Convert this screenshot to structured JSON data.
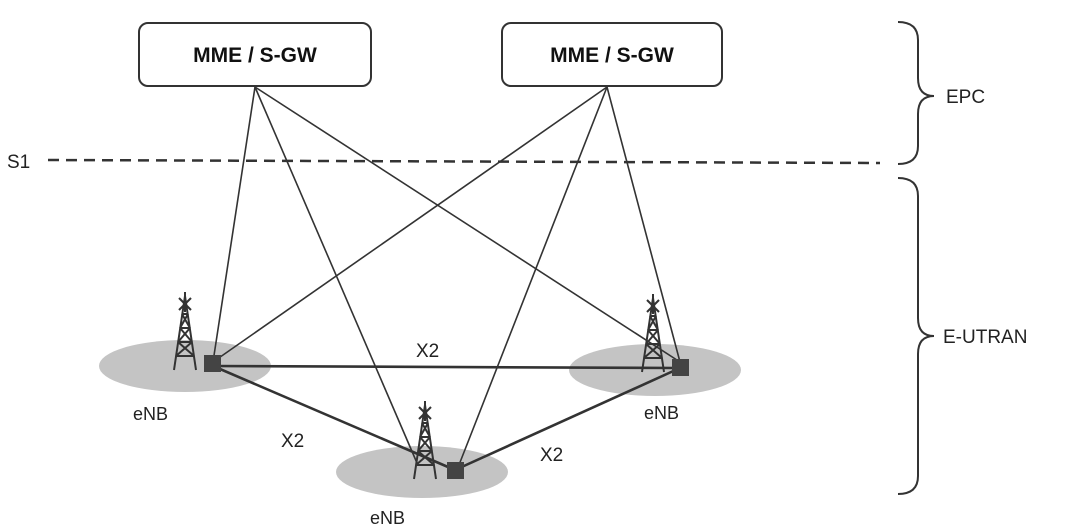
{
  "nodes": {
    "mme_left": "MME / S-GW",
    "mme_right": "MME / S-GW",
    "enb_left": "eNB",
    "enb_right": "eNB",
    "enb_bottom": "eNB"
  },
  "interfaces": {
    "s1": "S1",
    "x2_top": "X2",
    "x2_left": "X2",
    "x2_right": "X2"
  },
  "groups": {
    "epc": "EPC",
    "eutran": "E-UTRAN"
  },
  "colors": {
    "line": "#333333",
    "box_border": "#333333",
    "cell_fill": "#c4c4c4",
    "node_fill": "#444444"
  }
}
